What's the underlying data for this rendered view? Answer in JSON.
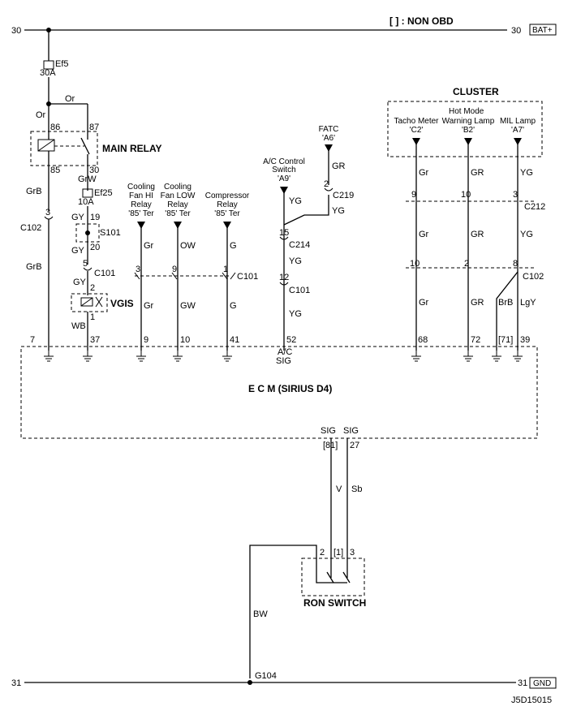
{
  "header": {
    "non_obd": "[    ] : NON OBD",
    "bat_tag": "BAT+",
    "gnd_tag": "GND",
    "diagram_code": "J5D15015"
  },
  "rails": {
    "top_left": "30",
    "top_right": "30",
    "bottom_left": "31",
    "bottom_right": "31"
  },
  "fuses": {
    "ef5": {
      "name": "Ef5",
      "rating": "30A"
    },
    "ef25": {
      "name": "Ef25",
      "rating": "10A"
    }
  },
  "main_relay": {
    "label": "MAIN RELAY",
    "pin86": "86",
    "pin87": "87",
    "pin85": "85",
    "pin30": "30"
  },
  "wires": {
    "or_top": "Or",
    "or_left": "Or",
    "grw": "GrW",
    "grb_upper": "GrB",
    "grb_lower": "GrB",
    "gy_19": "GY",
    "gy_20": "GY",
    "gy_2": "GY",
    "wb": "WB",
    "fan_hi_gr": "Gr",
    "fan_low_ow": "OW",
    "comp_g": "G",
    "fan_hi_gr2": "Gr",
    "fan_low_gw": "GW",
    "comp_g2": "G",
    "fatc_gr": "GR",
    "ac_yg1": "YG",
    "ac_yg2": "YG",
    "ac_yg3": "YG",
    "ac_yg4": "YG",
    "cl_gr1": "Gr",
    "cl_gr2": "GR",
    "cl_yg1": "YG",
    "cl_gr3": "Gr",
    "cl_gr4": "GR",
    "cl_yg2": "YG",
    "cl_gr5": "Gr",
    "cl_gr6": "GR",
    "brb": "BrB",
    "lgy": "LgY",
    "v": "V",
    "sb": "Sb",
    "bw": "BW"
  },
  "connectors": {
    "c102_3": "3",
    "c102": "C102",
    "s101_19": "19",
    "s101": "S101",
    "s101_20": "20",
    "c101_5": "5",
    "c101": "C101",
    "vgis_2": "2",
    "vgis_1": "1",
    "c101_3": "3",
    "c101_9": "9",
    "c101_1": "1",
    "c101_b": "C101",
    "c219_2": "2",
    "c219": "C219",
    "c214_15": "15",
    "c214": "C214",
    "c101_12": "12",
    "c101_c": "C101",
    "c212_9": "9",
    "c212_10": "10",
    "c212_3": "3",
    "c212": "C212",
    "c102_10": "10",
    "c102_2": "2",
    "c102_8": "8",
    "c102_b": "C102"
  },
  "vgis": {
    "label": "VGIS"
  },
  "relays": {
    "fan_hi": [
      "Cooling",
      "Fan HI",
      "Relay",
      "'85' Ter"
    ],
    "fan_low": [
      "Cooling",
      "Fan LOW",
      "Relay",
      "'85' Ter"
    ],
    "compressor": [
      "Compressor",
      "Relay",
      "'85' Ter"
    ]
  },
  "ac_switch": {
    "lines": [
      "A/C Control",
      "Switch",
      "'A9'"
    ]
  },
  "fatc": {
    "lines": [
      "FATC",
      "'A6'"
    ]
  },
  "cluster": {
    "title": "CLUSTER",
    "hot_mode": "Hot Mode",
    "tacho": "Tacho Meter",
    "tacho_pin": "'C2'",
    "warning": "Warning Lamp",
    "warning_pin": "'B2'",
    "mil": "MIL Lamp",
    "mil_pin": "'A7'"
  },
  "ecm": {
    "title": "E    C    M (SIRIUS D4)",
    "pins_top": [
      "7",
      "37",
      "9",
      "10",
      "41",
      "52",
      "68",
      "72",
      "[71]",
      "39"
    ],
    "ac_sig": [
      "A/C",
      "SIG"
    ],
    "sig1": "SIG",
    "sig2": "SIG",
    "pin81": "[81]",
    "pin27": "27"
  },
  "ron_switch": {
    "label": "RON SWITCH",
    "pin2": "2",
    "pin1": "[1]",
    "pin3": "3"
  },
  "ground": {
    "g104": "G104"
  }
}
